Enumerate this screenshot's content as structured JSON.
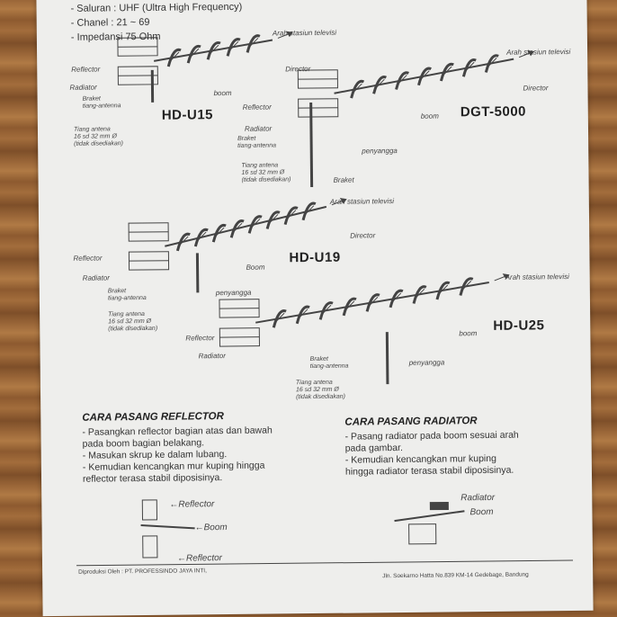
{
  "specs": {
    "line1": "- Saluran : UHF (Ultra High Frequency)",
    "line2": "- Chanel : 21 ~ 69",
    "line3": "- Impedansi 75 Ohm"
  },
  "hdu15": {
    "model": "HD-U15",
    "arah": "Arah stasiun televisi",
    "reflector": "Reflector",
    "radiator": "Radiator",
    "braket": "Braket",
    "braket2": "tiang-antenna",
    "boom": "boom",
    "director": "Director",
    "tiang1": "Tiang antena",
    "tiang2": "16 sd 32 mm Ø",
    "tiang3": "(tidak disediakan)"
  },
  "dgt5000": {
    "model": "DGT-5000",
    "arah": "Arah stasiun televisi",
    "director": "Director",
    "boom": "boom",
    "reflector": "Reflector",
    "radiator": "Radiator",
    "braket": "Braket",
    "braket2": "tiang-antenna",
    "penyangga": "penyangga",
    "tiang1": "Tiang antena",
    "tiang2": "16 sd 32 mm Ø",
    "tiang3": "(tidak disediakan)",
    "braket_bottom": "Braket"
  },
  "hdu19": {
    "model": "HD-U19",
    "arah": "Arah stasiun televisi",
    "director": "Director",
    "reflector": "Reflector",
    "boom": "Boom",
    "radiator": "Radiator",
    "braket": "Braket",
    "braket2": "tiang-antenna",
    "penyangga": "penyangga",
    "tiang1": "Tiang antena",
    "tiang2": "16 sd 32 mm Ø",
    "tiang3": "(tidak disediakan)"
  },
  "hdu25": {
    "model": "HD-U25",
    "arah": "Arah stasiun televisi",
    "reflector": "Reflector",
    "radiator": "Radiator",
    "boom": "boom",
    "braket": "Braket",
    "braket2": "tiang-antenna",
    "penyangga": "penyangga",
    "tiang1": "Tiang antena",
    "tiang2": "16 sd 32 mm Ø",
    "tiang3": "(tidak disediakan)"
  },
  "reflector_section": {
    "title": "CARA PASANG REFLECTOR",
    "l1": "- Pasangkan reflector bagian atas dan bawah",
    "l2": "pada boom bagian belakang.",
    "l3": "- Masukan skrup ke dalam lubang.",
    "l4": "- Kemudian kencangkan mur kuping hingga",
    "l5": "reflector terasa stabil diposisinya.",
    "fig_reflector1": "←Reflector",
    "fig_boom": "←Boom",
    "fig_reflector2": "←Reflector"
  },
  "radiator_section": {
    "title": "CARA PASANG RADIATOR",
    "l1": "- Pasang radiator pada boom sesuai arah",
    "l2": "pada gambar.",
    "l3": "- Kemudian kencangkan mur kuping",
    "l4": "hingga radiator terasa stabil diposisinya.",
    "fig_radiator": "Radiator",
    "fig_boom": "Boom"
  },
  "footer": {
    "left": "Diproduksi Oleh : PT. PROFESSINDO JAYA INTI,",
    "right": "Jln. Soekarno Hatta No.839 KM-14 Gedebage, Bandung"
  }
}
